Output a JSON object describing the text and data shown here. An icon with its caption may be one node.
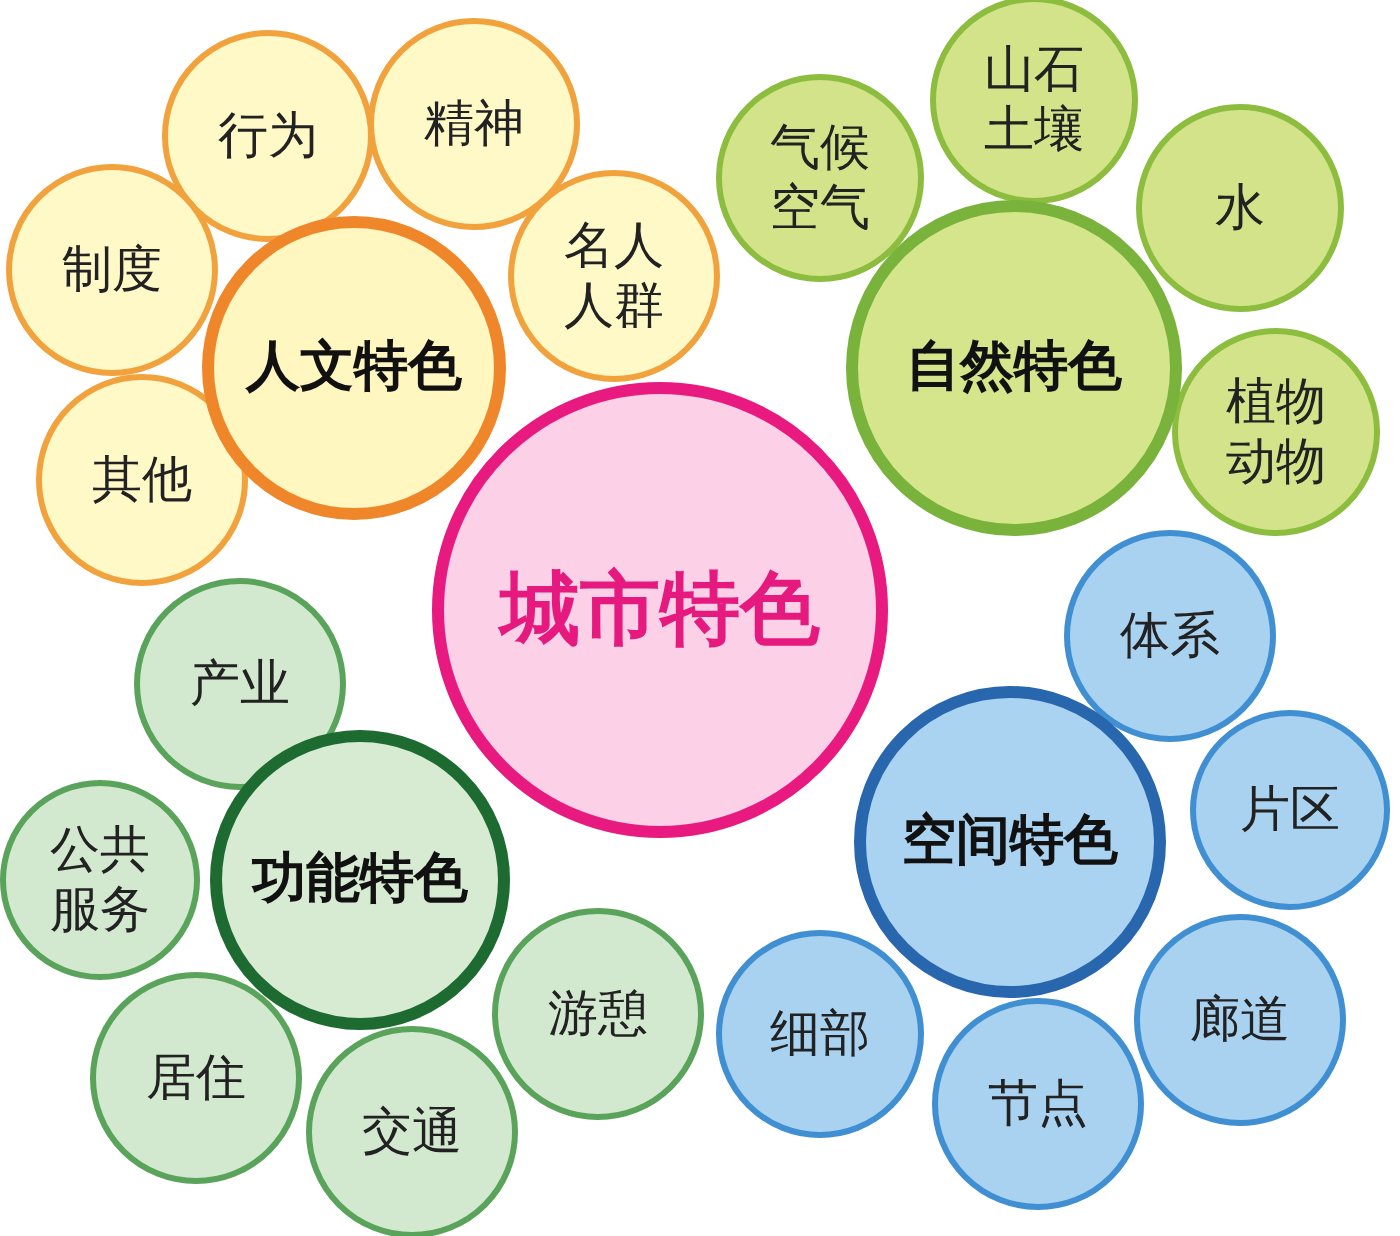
{
  "diagram": {
    "nodes": [
      {
        "text": [
          "城市特色"
        ]
      },
      {
        "text": [
          "人文特色"
        ]
      },
      {
        "text": [
          "行为"
        ]
      },
      {
        "text": [
          "精神"
        ]
      },
      {
        "text": [
          "名人人群"
        ]
      },
      {
        "text": [
          "制度"
        ]
      },
      {
        "text": [
          "其他"
        ]
      },
      {
        "text": [
          "自然特色"
        ]
      },
      {
        "text": [
          "气候空气"
        ]
      },
      {
        "text": [
          "山石土壤"
        ]
      },
      {
        "text": [
          "水"
        ]
      },
      {
        "text": [
          "植物动物"
        ]
      },
      {
        "text": [
          "功能特色"
        ]
      },
      {
        "text": [
          "产业"
        ]
      },
      {
        "text": [
          "公共服务"
        ]
      },
      {
        "text": [
          "居住"
        ]
      },
      {
        "text": [
          "交通"
        ]
      },
      {
        "text": [
          "游憩"
        ]
      },
      {
        "text": [
          "空间特色"
        ]
      },
      {
        "text": [
          "体系"
        ]
      },
      {
        "text": [
          "片区"
        ]
      },
      {
        "text": [
          "廊道"
        ]
      },
      {
        "text": [
          "节点"
        ]
      },
      {
        "text": [
          "细部"
        ]
      }
    ]
  }
}
